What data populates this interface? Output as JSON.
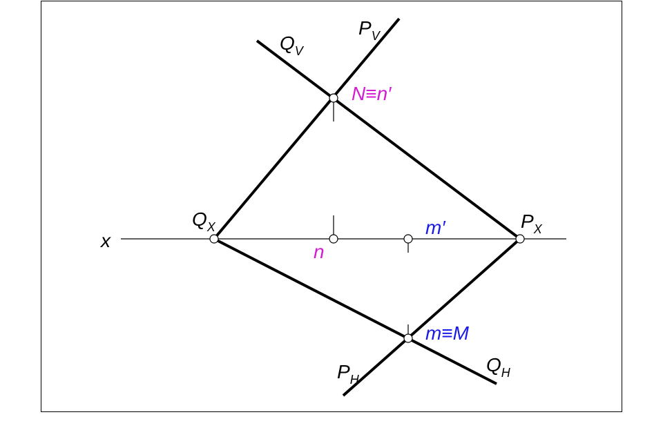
{
  "colors": {
    "line": "#000000",
    "magenta": "#d21bd2",
    "blue": "#1a1ae6",
    "frame": "#000000",
    "point_fill": "#ffffff"
  },
  "labels": {
    "axis": "x",
    "qv_main": "Q",
    "qv_sub": "V",
    "pv_main": "P",
    "pv_sub": "V",
    "qx_main": "Q",
    "qx_sub": "X",
    "px_main": "P",
    "px_sub": "X",
    "ph_main": "P",
    "ph_sub": "H",
    "qh_main": "Q",
    "qh_sub": "H",
    "n_point": "N≡n′",
    "n_proj": "n",
    "m_proj": "m′",
    "m_point": "m≡M"
  }
}
